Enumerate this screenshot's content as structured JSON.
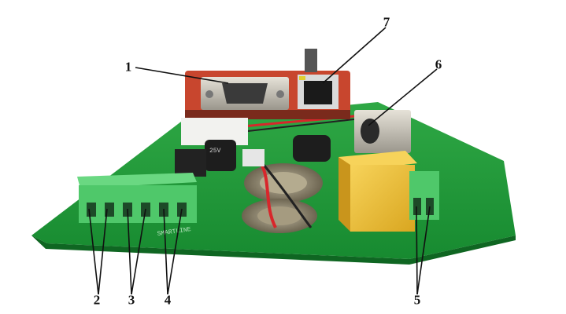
{
  "callouts": [
    {
      "id": "1",
      "label": "1"
    },
    {
      "id": "2",
      "label": "2"
    },
    {
      "id": "3",
      "label": "3"
    },
    {
      "id": "4",
      "label": "4"
    },
    {
      "id": "5",
      "label": "5"
    },
    {
      "id": "6",
      "label": "6"
    },
    {
      "id": "7",
      "label": "7"
    }
  ],
  "pcb": {
    "capacitor_marking": "25V",
    "board_silkscreen": "SMARTLINE"
  },
  "colors": {
    "pcb_green": "#1f9a3a",
    "terminal_green": "#4fc86a",
    "relay_yellow": "#f2c23a",
    "wire_red": "#d8262b",
    "module_red": "#c8462e",
    "background": "#ffffff"
  }
}
